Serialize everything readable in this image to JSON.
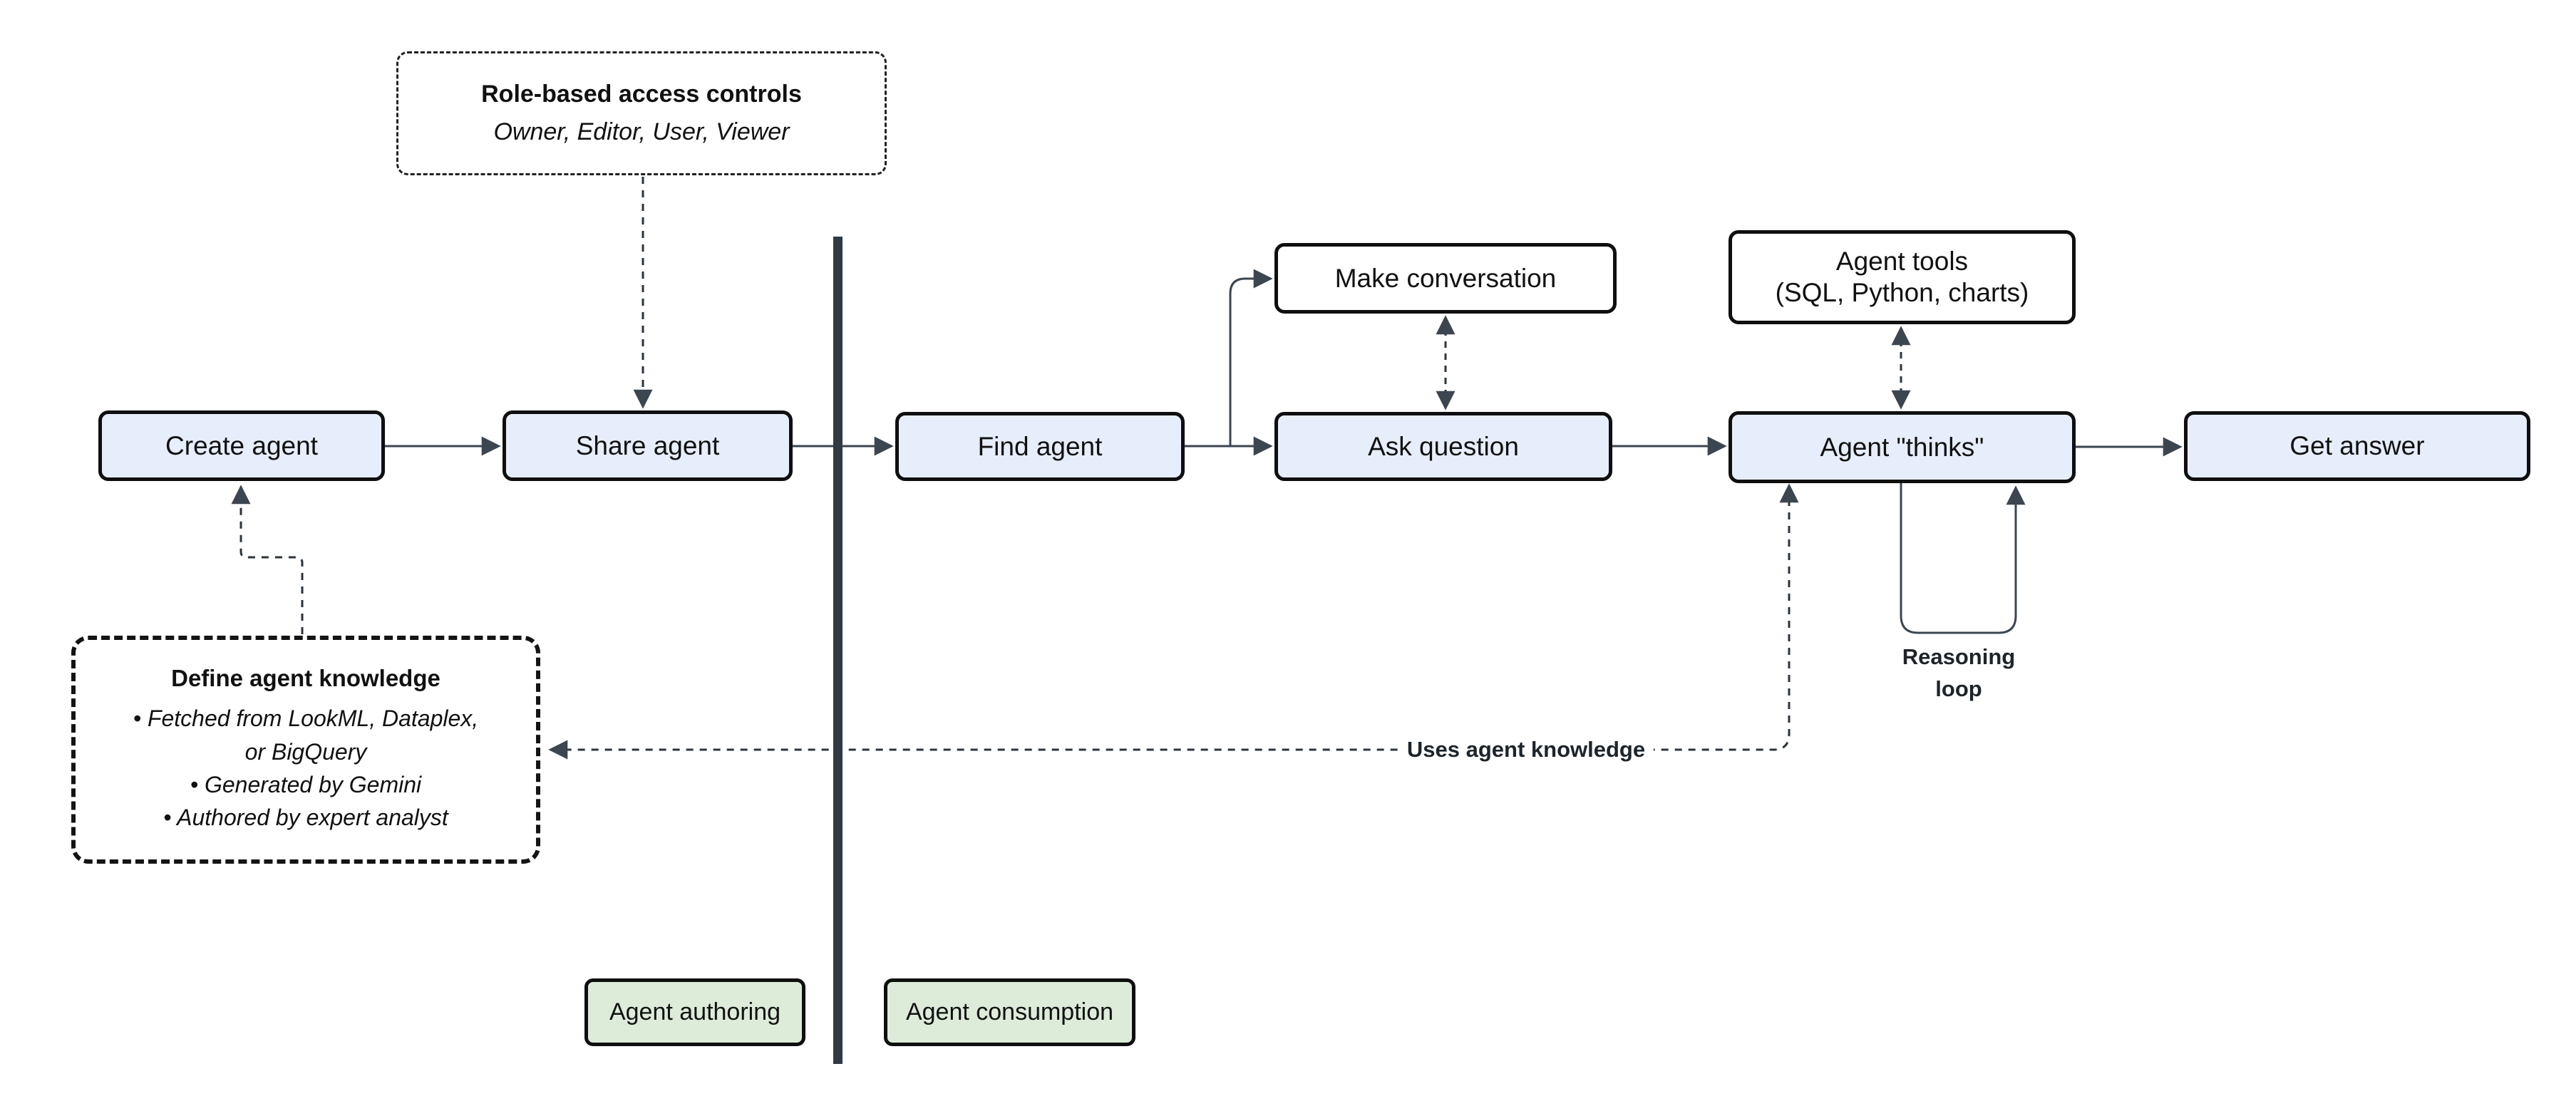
{
  "nodes": {
    "create_agent": {
      "label": "Create agent"
    },
    "share_agent": {
      "label": "Share agent"
    },
    "find_agent": {
      "label": "Find agent"
    },
    "make_conversation": {
      "label": "Make conversation"
    },
    "ask_question": {
      "label": "Ask question"
    },
    "agent_tools": {
      "label_lines": [
        "Agent tools",
        "(SQL, Python, charts)"
      ]
    },
    "agent_thinks": {
      "label": "Agent \"thinks\""
    },
    "get_answer": {
      "label": "Get answer"
    }
  },
  "notes": {
    "rbac": {
      "title": "Role-based access controls",
      "subtitle": "Owner, Editor, User, Viewer"
    },
    "knowledge": {
      "title": "Define agent knowledge",
      "bullets": [
        "• Fetched from LookML, Dataplex,\nor BigQuery",
        "• Generated by Gemini",
        "• Authored by expert analyst"
      ]
    }
  },
  "edge_labels": {
    "uses_knowledge": "Uses agent knowledge",
    "reasoning_loop": "Reasoning loop"
  },
  "zones": {
    "authoring": "Agent authoring",
    "consumption": "Agent consumption"
  },
  "colors": {
    "node_fill": "#e7eefb",
    "note_fill": "#ffffff",
    "zone_fill": "#dcecd9",
    "node_border": "#0f0f0f",
    "connector": "#3c4650",
    "divider": "#2f3a44",
    "text": "#111111"
  }
}
